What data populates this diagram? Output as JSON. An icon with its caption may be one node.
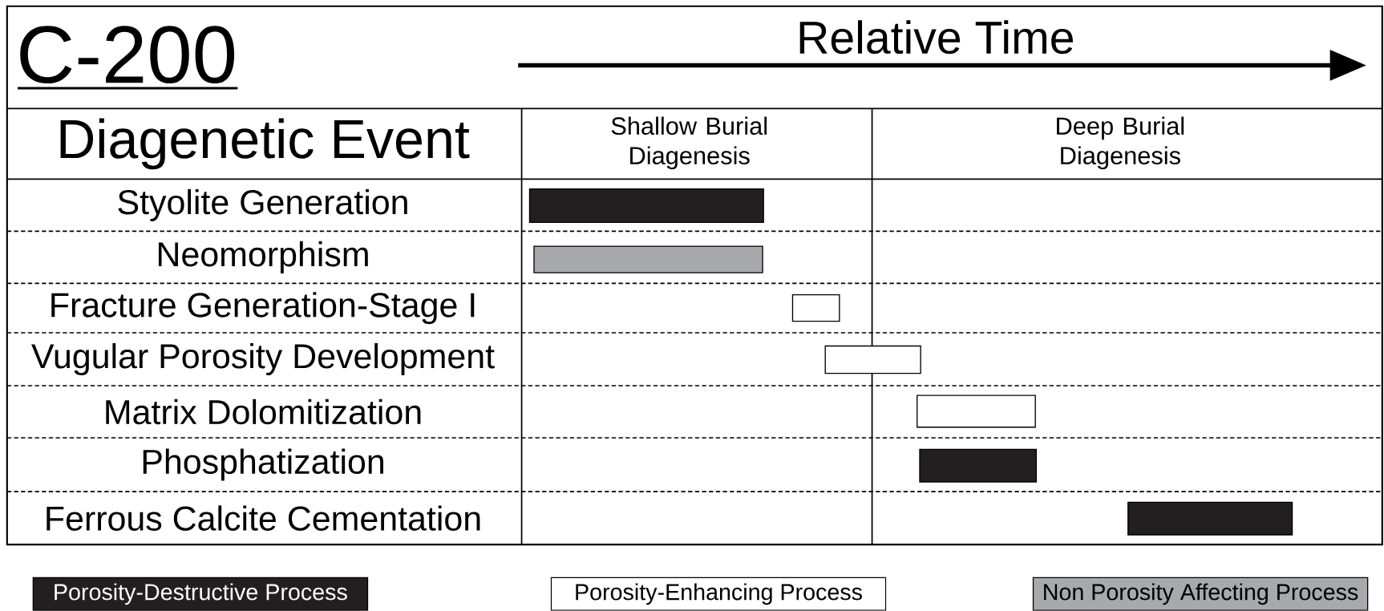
{
  "diagram": {
    "title": "C-200",
    "nodes": [
      {
        "text": [],
        "shape": "bar"
      },
      {
        "text": [],
        "shape": "bar"
      },
      {
        "text": [],
        "shape": "bar"
      },
      {
        "text": [],
        "shape": "bar"
      },
      {
        "text": [],
        "shape": "bar"
      },
      {
        "text": [],
        "shape": "bar"
      },
      {
        "text": [],
        "shape": "bar"
      }
    ],
    "labels": [
      "Relative Time",
      "Diagenetic Event",
      "Shallow Burial Diagenesis",
      "Deep Burial Diagenesis",
      "Styolite Generation",
      "Neomorphism",
      "Fracture Generation-Stage I",
      "Vugular Porosity Development",
      "Matrix Dolomitization",
      "Phosphatization",
      "Ferrous Calcite Cementation"
    ],
    "legend": [
      {
        "text": "Porosity-Destructive Process",
        "color": "#231f20"
      },
      {
        "text": "Porosity-Enhancing Process"
      },
      {
        "text": "Non Porosity Affecting Process",
        "color": "#a7a9ac"
      }
    ]
  }
}
